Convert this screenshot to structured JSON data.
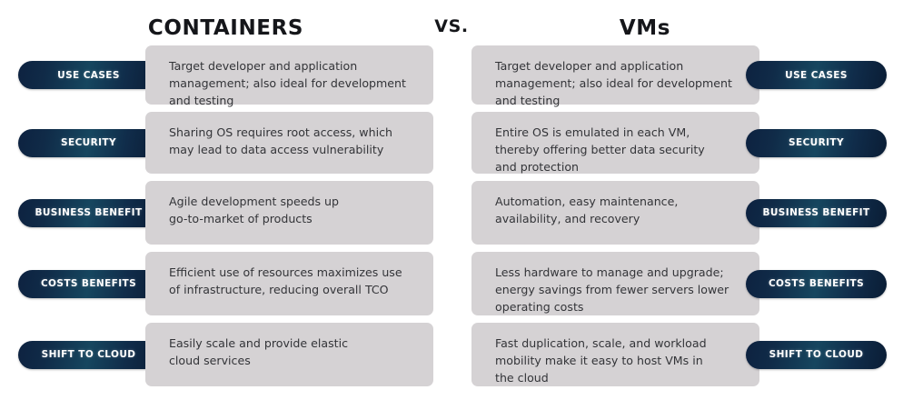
{
  "header": {
    "left_title": "CONTAINERS",
    "vs_label": "VS.",
    "right_title": "VMs"
  },
  "colors": {
    "card_background": "#d5d2d4",
    "pill_dark": "#0d2240",
    "pill_mid": "#16465f",
    "text": "#333438",
    "title": "#15161a",
    "page_background": "#ffffff"
  },
  "rows": [
    {
      "label": "USE CASES",
      "height": 65,
      "containers_text": "Target developer and application\nmanagement; also ideal for development\nand testing",
      "vms_text": "Target developer and application\nmanagement; also ideal for development\nand testing"
    },
    {
      "label": "SECURITY",
      "height": 68,
      "containers_text": "Sharing OS requires root access, which\nmay lead to data access vulnerability",
      "vms_text": "Entire OS is emulated in each VM,\nthereby offering better data security\nand protection"
    },
    {
      "label": "BUSINESS BENEFIT",
      "height": 70,
      "containers_text": "Agile development speeds up\ngo-to-market of products",
      "vms_text": "Automation, easy maintenance,\navailability, and recovery"
    },
    {
      "label": "COSTS BENEFITS",
      "height": 70,
      "containers_text": "Efficient use of resources maximizes use\nof infrastructure, reducing overall TCO",
      "vms_text": "Less hardware to manage and upgrade;\nenergy savings from fewer servers lower\noperating costs"
    },
    {
      "label": "SHIFT TO CLOUD",
      "height": 70,
      "containers_text": "Easily scale and provide elastic\ncloud services",
      "vms_text": "Fast duplication, scale, and workload\nmobility make it easy to host VMs in\nthe cloud"
    }
  ]
}
